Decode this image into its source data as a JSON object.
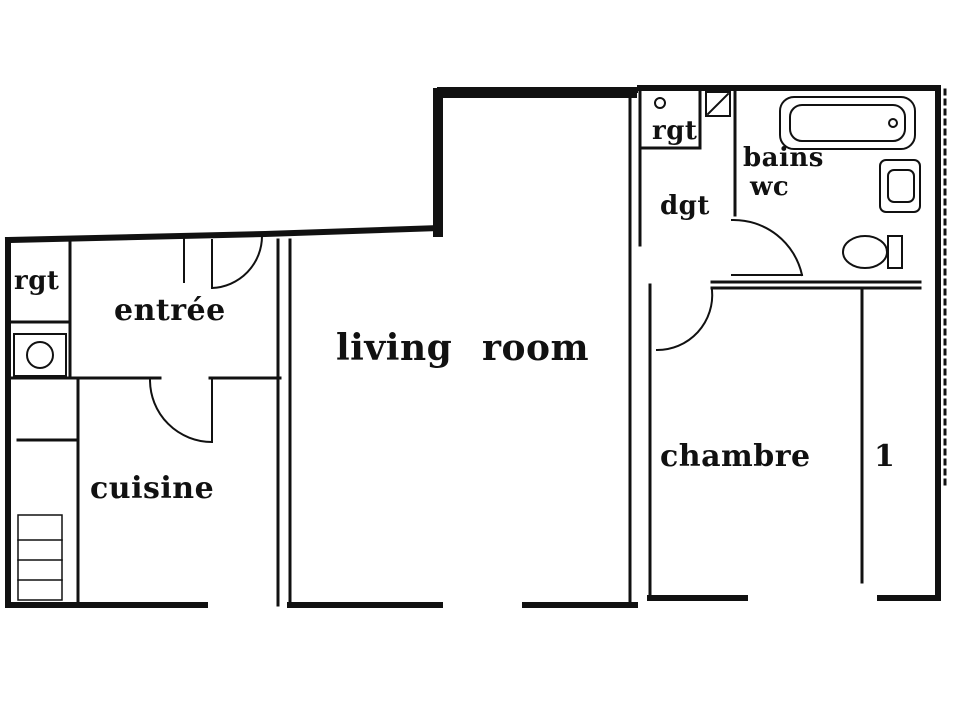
{
  "rooms": {
    "rgt_left": "rgt",
    "entree": "entrée",
    "cuisine": "cuisine",
    "living": "living",
    "room": "room",
    "rgt_top": "rgt",
    "bains": "bains",
    "wc": "wc",
    "dgt": "dgt",
    "chambre": "chambre",
    "chambre_number": "1"
  },
  "colors": {
    "wall": "#111111",
    "paper": "#ffffff"
  }
}
